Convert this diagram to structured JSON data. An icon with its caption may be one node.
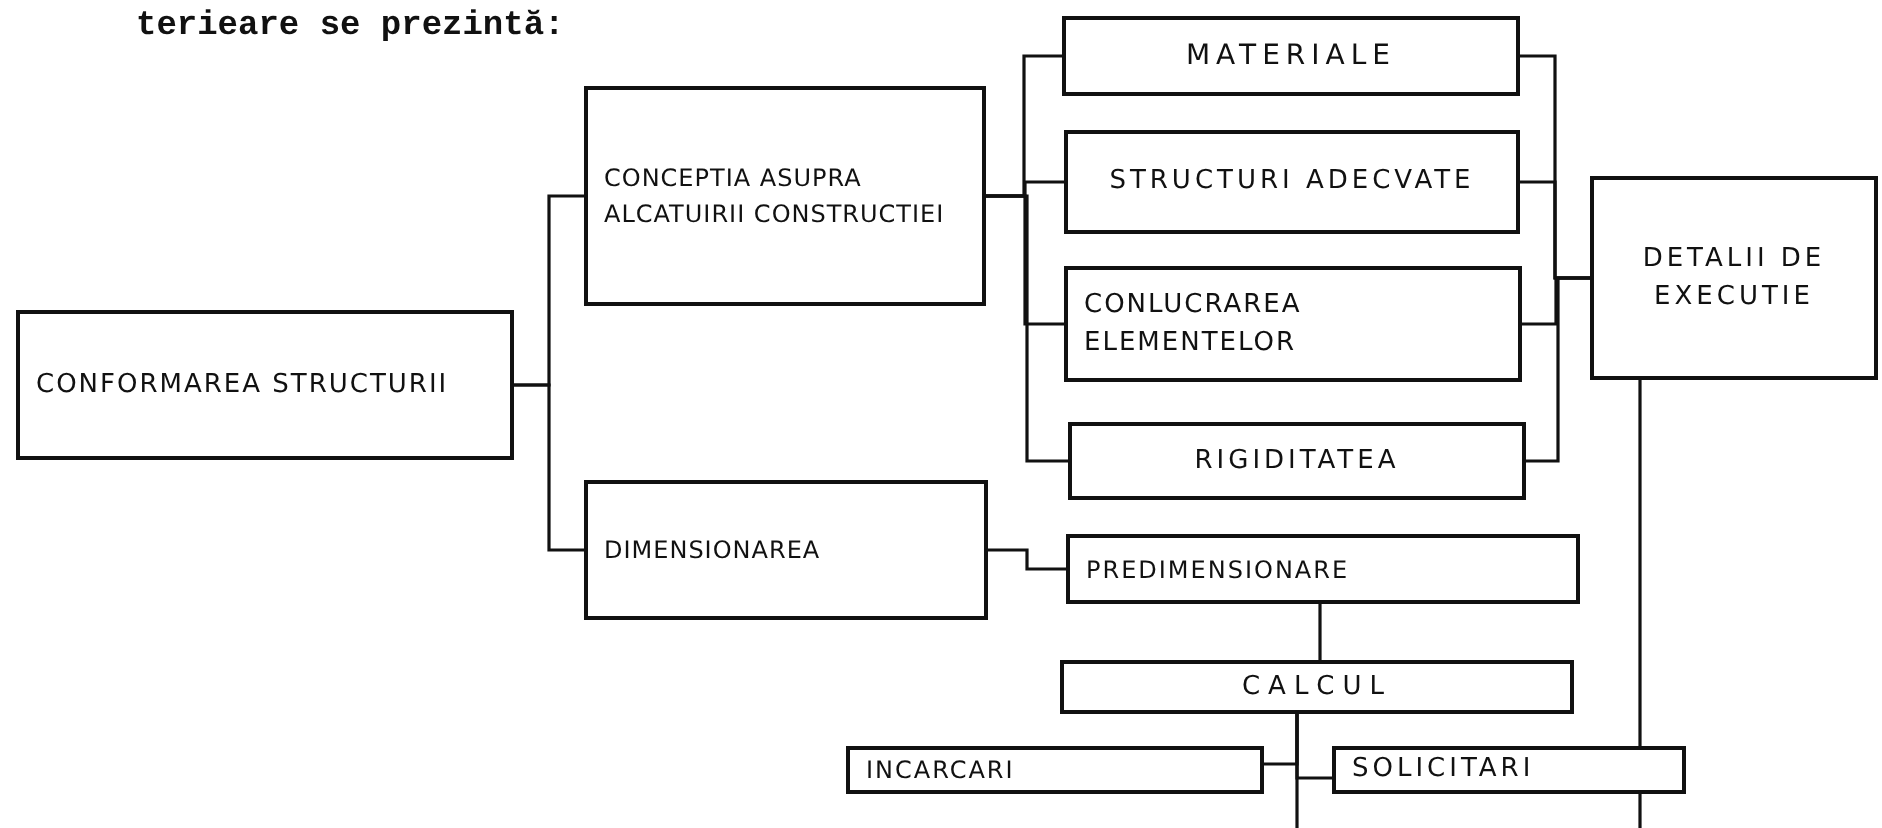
{
  "diagram": {
    "nodes": [
      {
        "text": [
          "CONFORMAREA STRUCTURII"
        ]
      },
      {
        "text": [
          "CONCEPTIA ASUPRA ALCATUIRII CONSTRUCTIEI"
        ]
      },
      {
        "text": [
          "DIMENSIONAREA"
        ]
      },
      {
        "text": [
          "MATERIALE"
        ]
      },
      {
        "text": [
          "STRUCTURI ADECVATE"
        ]
      },
      {
        "text": [
          "CONLUCRAREA ELEMENTELOR"
        ]
      },
      {
        "text": [
          "RIGIDITATEA"
        ]
      },
      {
        "text": [
          "DETALII DE EXECUTIE"
        ]
      },
      {
        "text": [
          "PREDIMENSIONARE"
        ]
      },
      {
        "text": [
          "CALCUL"
        ]
      },
      {
        "text": [
          "INCARCARI"
        ]
      },
      {
        "text": [
          "SOLICITARI"
        ]
      }
    ],
    "edges": [
      {
        "from": 0,
        "to": 1,
        "arrow": "none"
      },
      {
        "from": 0,
        "to": 2,
        "arrow": "none"
      },
      {
        "from": 1,
        "to": 3,
        "arrow": "none"
      },
      {
        "from": 1,
        "to": 4,
        "arrow": "none"
      },
      {
        "from": 1,
        "to": 5,
        "arrow": "none"
      },
      {
        "from": 1,
        "to": 6,
        "arrow": "none"
      },
      {
        "from": 3,
        "to": 7,
        "arrow": "none"
      },
      {
        "from": 4,
        "to": 7,
        "arrow": "none"
      },
      {
        "from": 5,
        "to": 7,
        "arrow": "none"
      },
      {
        "from": 6,
        "to": 7,
        "arrow": "none"
      },
      {
        "from": 2,
        "to": 8,
        "arrow": "none"
      },
      {
        "from": 8,
        "to": 9,
        "arrow": "none"
      },
      {
        "from": 9,
        "to": 10,
        "arrow": "none"
      },
      {
        "from": 9,
        "to": 11,
        "arrow": "none"
      },
      {
        "from": 9,
        "to": null,
        "arrow": "none"
      },
      {
        "from": 7,
        "to": null,
        "arrow": "none"
      }
    ],
    "labels": [
      "terieare se prezintă:"
    ]
  }
}
